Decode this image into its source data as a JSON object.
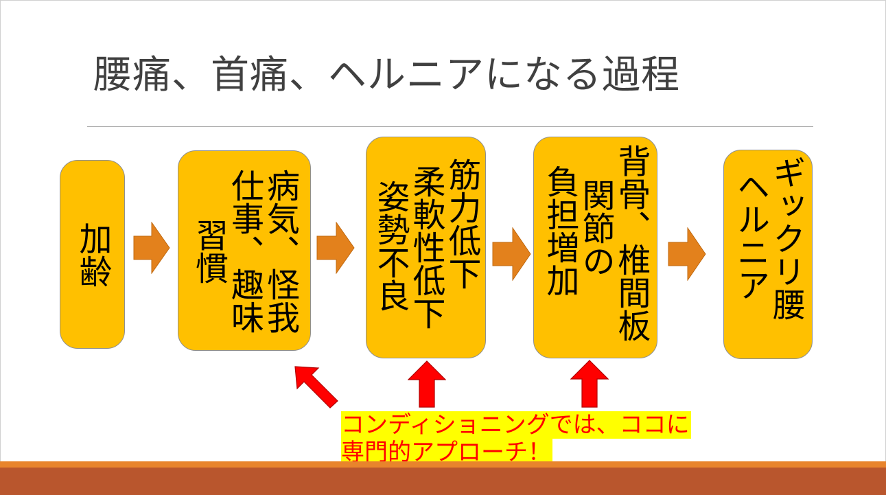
{
  "title": "腰痛、首痛、ヘルニアになる過程",
  "boxes": [
    {
      "lines": [
        "加齢"
      ]
    },
    {
      "lines": [
        "病気、怪我",
        "仕事、趣味",
        "習慣"
      ]
    },
    {
      "lines": [
        "筋力低下",
        "柔軟性低下",
        "姿勢不良"
      ]
    },
    {
      "lines": [
        "背骨、椎間板",
        "関節の",
        "負担増加"
      ]
    },
    {
      "lines": [
        "ギックリ腰",
        "ヘルニア"
      ]
    }
  ],
  "callout": {
    "line1": "コンディショニングでは、ココに",
    "line2": "専門的アプローチ！"
  },
  "colors": {
    "box_fill": "#ffc000",
    "flow_arrow": "#e3811c",
    "highlight_arrow": "#ff0000",
    "callout_text": "#ff0000",
    "callout_highlight": "#ffff00",
    "footer": "#b9562d"
  }
}
